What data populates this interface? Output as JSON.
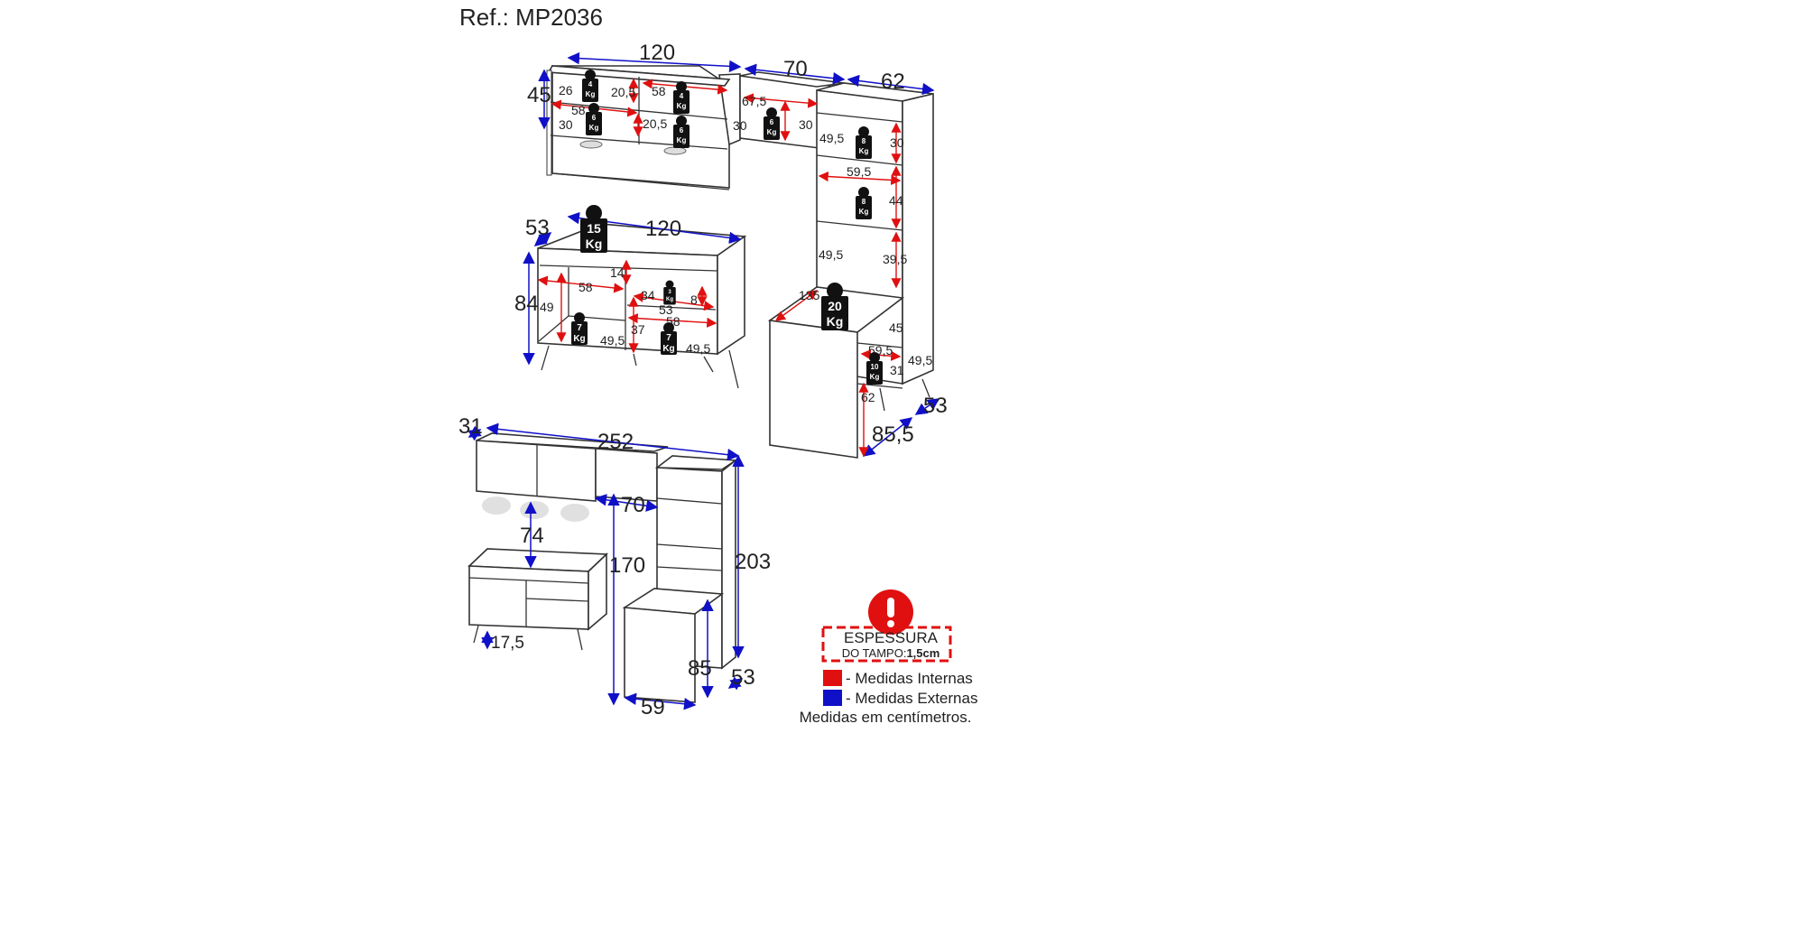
{
  "title": "Ref.: MP2036",
  "colors": {
    "internal": "#e01010",
    "external": "#1010c8",
    "warning": "#e01010"
  },
  "upper_cabinet": {
    "external": {
      "width": "120",
      "height": "45"
    },
    "internal": [
      "26",
      "20,5",
      "58",
      "58",
      "20,5",
      "30"
    ],
    "weights": [
      {
        "value": "4",
        "unit": "Kg"
      },
      {
        "value": "4",
        "unit": "Kg"
      },
      {
        "value": "6",
        "unit": "Kg"
      },
      {
        "value": "6",
        "unit": "Kg"
      }
    ]
  },
  "upper_module_70": {
    "external": {
      "width": "70"
    },
    "internal": [
      "67,5",
      "30",
      "30"
    ],
    "weights": [
      {
        "value": "6",
        "unit": "Kg"
      }
    ]
  },
  "tower": {
    "external": {
      "width": "62",
      "depth": "53",
      "desk_height": "85,5"
    },
    "internal": [
      "49,5",
      "30",
      "59,5",
      "44",
      "49,5",
      "39,5",
      "135",
      "45",
      "59,5",
      "49,5",
      "31",
      "62"
    ],
    "weights": [
      {
        "value": "8",
        "unit": "Kg"
      },
      {
        "value": "8",
        "unit": "Kg"
      },
      {
        "value": "20",
        "unit": "Kg"
      },
      {
        "value": "10",
        "unit": "Kg"
      }
    ]
  },
  "sideboard": {
    "external": {
      "depth": "53",
      "width": "120",
      "height": "84"
    },
    "internal": [
      "14",
      "58",
      "34",
      "8",
      "49",
      "53",
      "58",
      "37",
      "49,5",
      "49,5"
    ],
    "weights": [
      {
        "value": "15",
        "unit": "Kg"
      },
      {
        "value": "3",
        "unit": "Kg"
      },
      {
        "value": "7",
        "unit": "Kg"
      },
      {
        "value": "7",
        "unit": "Kg"
      }
    ]
  },
  "assembled": {
    "depth_upper": "31",
    "total_width": "252",
    "module_width": "70",
    "gap": "74",
    "upper_height": "170",
    "total_height": "203",
    "leg_height": "17,5",
    "desk_height": "85",
    "depth": "53",
    "desk_width": "59"
  },
  "legend": {
    "warning_line1": "ESPESSURA",
    "warning_line2": "DO TAMPO:",
    "warning_value": "1,5cm",
    "internal_label": "- Medidas Internas",
    "external_label": "- Medidas Externas",
    "note": "Medidas em centímetros."
  }
}
